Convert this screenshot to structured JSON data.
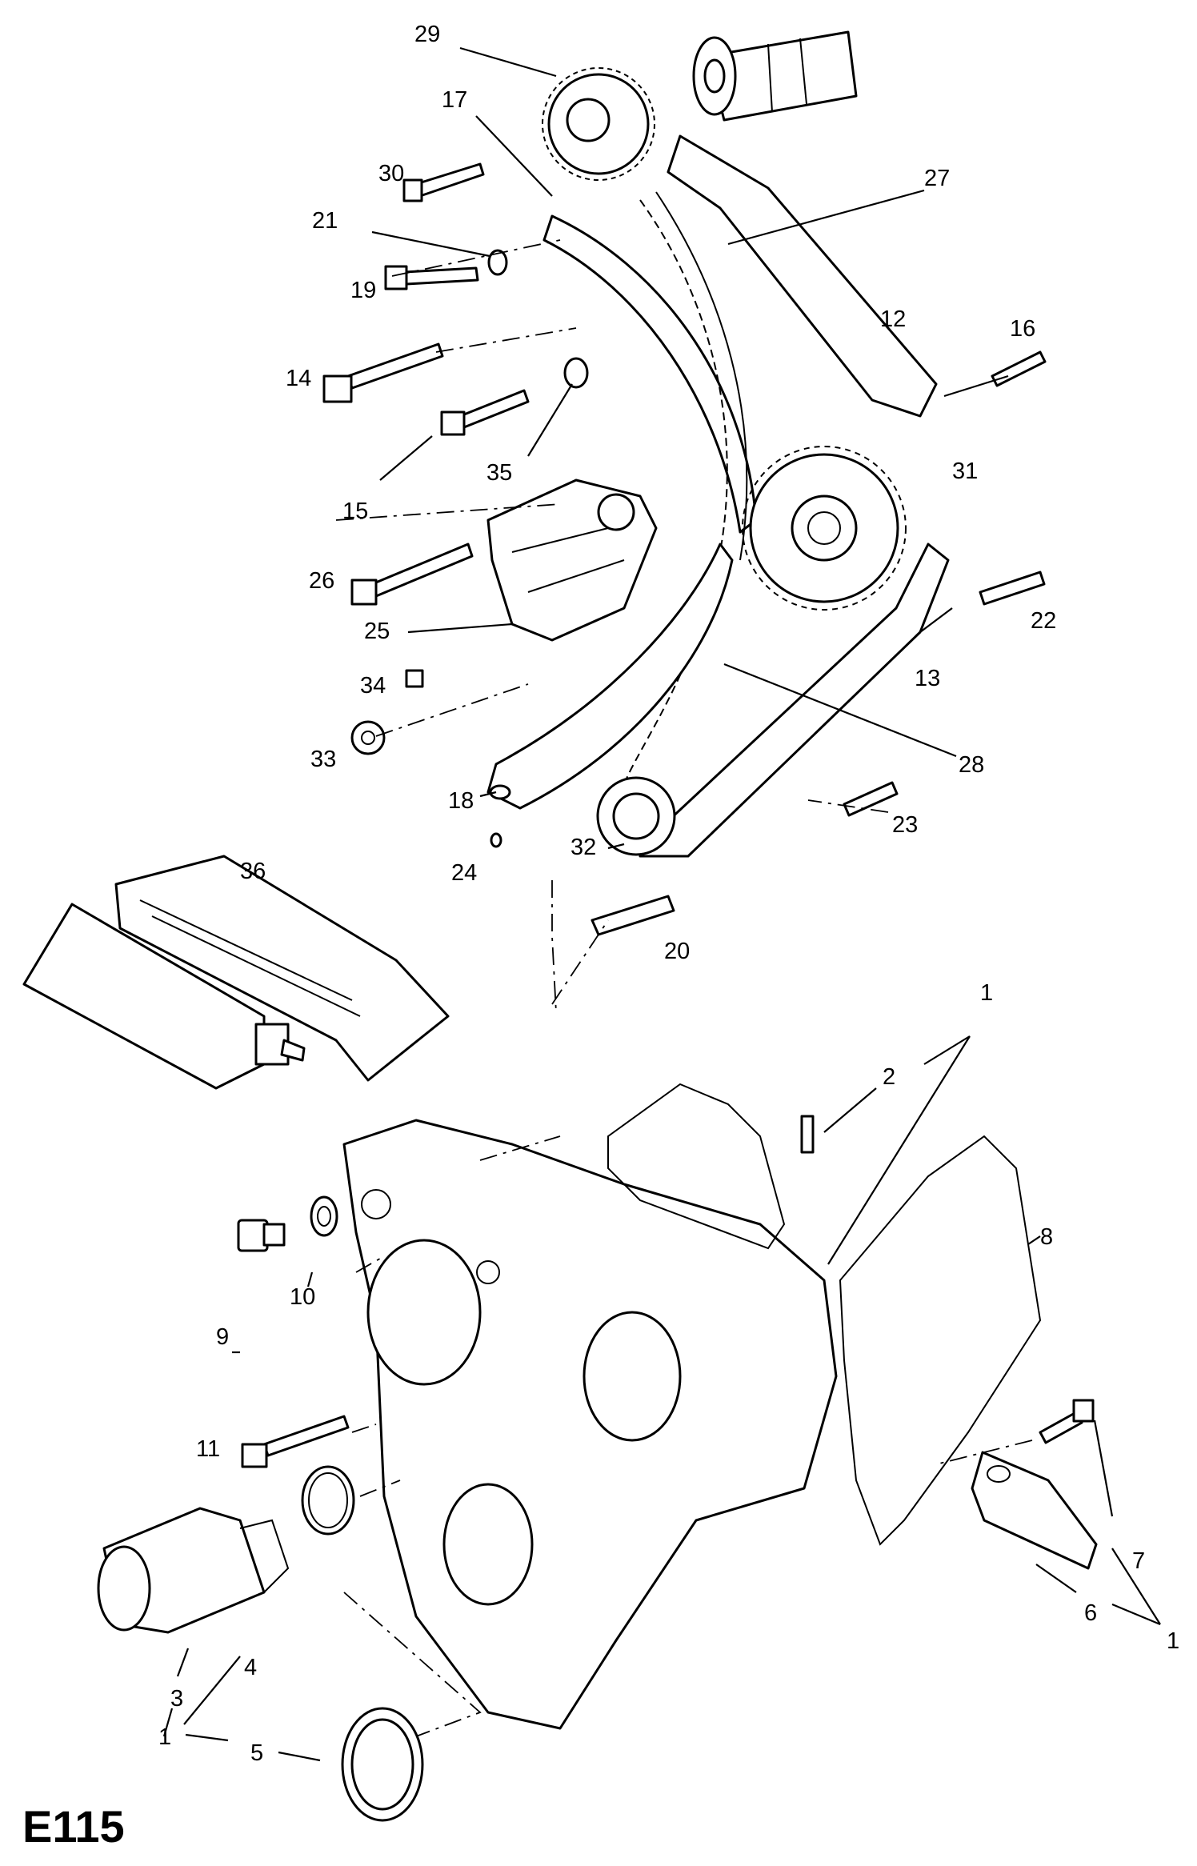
{
  "diagram": {
    "code": "E115",
    "callouts": [
      "29",
      "17",
      "30",
      "27",
      "21",
      "19",
      "12",
      "16",
      "14",
      "15",
      "35",
      "31",
      "26",
      "25",
      "22",
      "13",
      "34",
      "33",
      "28",
      "18",
      "23",
      "24",
      "32",
      "36",
      "20",
      "1",
      "2",
      "8",
      "10",
      "9",
      "11",
      "7",
      "6",
      "3",
      "4",
      "5"
    ]
  }
}
